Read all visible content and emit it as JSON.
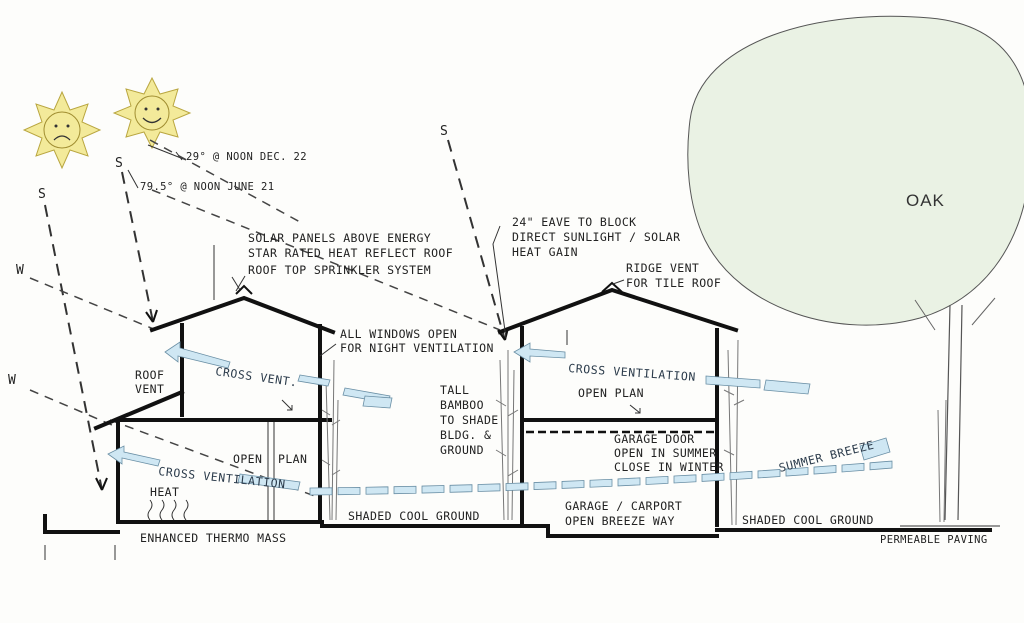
{
  "labels": {
    "sun_winter_angle": "29° @ NOON DEC. 22",
    "sun_summer_angle": "79.5° @ NOON JUNE 21",
    "sun_mark_1": "S",
    "sun_mark_2": "S",
    "sun_mark_3": "S",
    "wind_mark_1": "W",
    "wind_mark_2": "W",
    "solar_panels_line1": "SOLAR PANELS ABOVE ENERGY",
    "solar_panels_line2": "STAR RATED HEAT REFLECT ROOF",
    "sprinkler": "ROOF TOP SPRINKLER SYSTEM",
    "windows_line1": "ALL WINDOWS OPEN",
    "windows_line2": "FOR NIGHT VENTILATION",
    "roof_vent_line1": "ROOF",
    "roof_vent_line2": "VENT",
    "cross_vent": "CROSS VENT.",
    "open_plan_left_a": "OPEN",
    "open_plan_left_b": "PLAN",
    "cross_ventilation_left": "CROSS VENTILATION",
    "heat": "HEAT",
    "thermo_mass": "ENHANCED THERMO MASS",
    "shaded_ground_1": "SHADED COOL GROUND",
    "eave_line1": "24\" EAVE TO BLOCK",
    "eave_line2": "DIRECT SUNLIGHT / SOLAR",
    "eave_line3": "HEAT GAIN",
    "ridge_line1": "RIDGE VENT",
    "ridge_line2": "FOR TILE ROOF",
    "bamboo_line1": "TALL",
    "bamboo_line2": "BAMBOO",
    "bamboo_line3": "TO SHADE",
    "bamboo_line4": "BLDG. &",
    "bamboo_line5": "GROUND",
    "cross_ventilation_right": "CROSS  VENTILATION",
    "open_plan_right": "OPEN PLAN",
    "garage_door_line1": "GARAGE DOOR",
    "garage_door_line2": "OPEN IN SUMMER",
    "garage_door_line3": "CLOSE IN WINTER",
    "summer_breeze": "SUMMER BREEZE",
    "garage_line1": "GARAGE / CARPORT",
    "garage_line2": "OPEN BREEZE WAY",
    "shaded_ground_2": "SHADED COOL GROUND",
    "permeable": "PERMEABLE PAVING",
    "oak": "OAK"
  },
  "colors": {
    "sun_fill": "#f3ea9a",
    "sun_stroke": "#b9a640",
    "breeze_fill": "#cfe7f3",
    "breeze_stroke": "#6a8fa5",
    "oak_fill": "#eaf2e4",
    "ink": "#111111"
  },
  "icons": {
    "sun_sad": "sad-sun-icon",
    "sun_happy": "happy-sun-icon",
    "tree": "oak-tree-icon",
    "bamboo": "bamboo-icon"
  }
}
